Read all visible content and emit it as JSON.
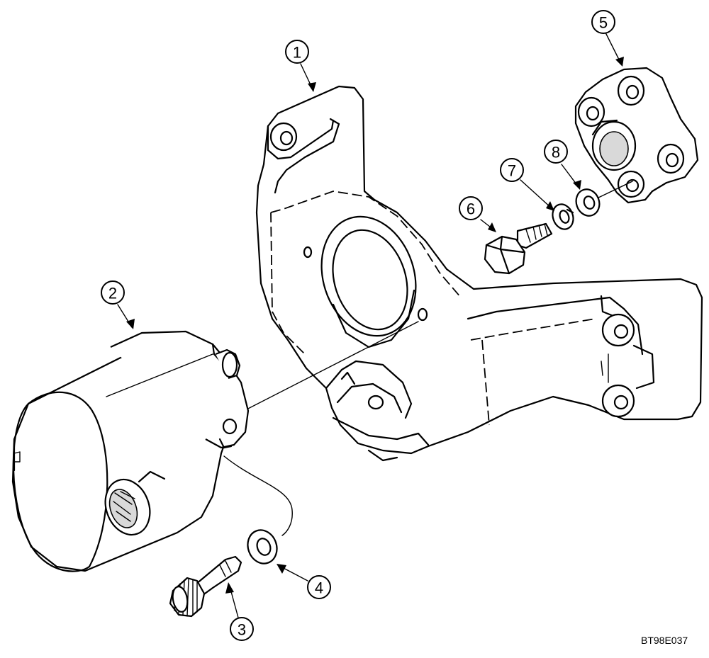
{
  "callouts": [
    {
      "id": "1",
      "label": "1"
    },
    {
      "id": "2",
      "label": "2"
    },
    {
      "id": "3",
      "label": "3"
    },
    {
      "id": "4",
      "label": "4"
    },
    {
      "id": "5",
      "label": "5"
    },
    {
      "id": "6",
      "label": "6"
    },
    {
      "id": "7",
      "label": "7"
    },
    {
      "id": "8",
      "label": "8"
    }
  ],
  "drawing_id": "BT98E037"
}
